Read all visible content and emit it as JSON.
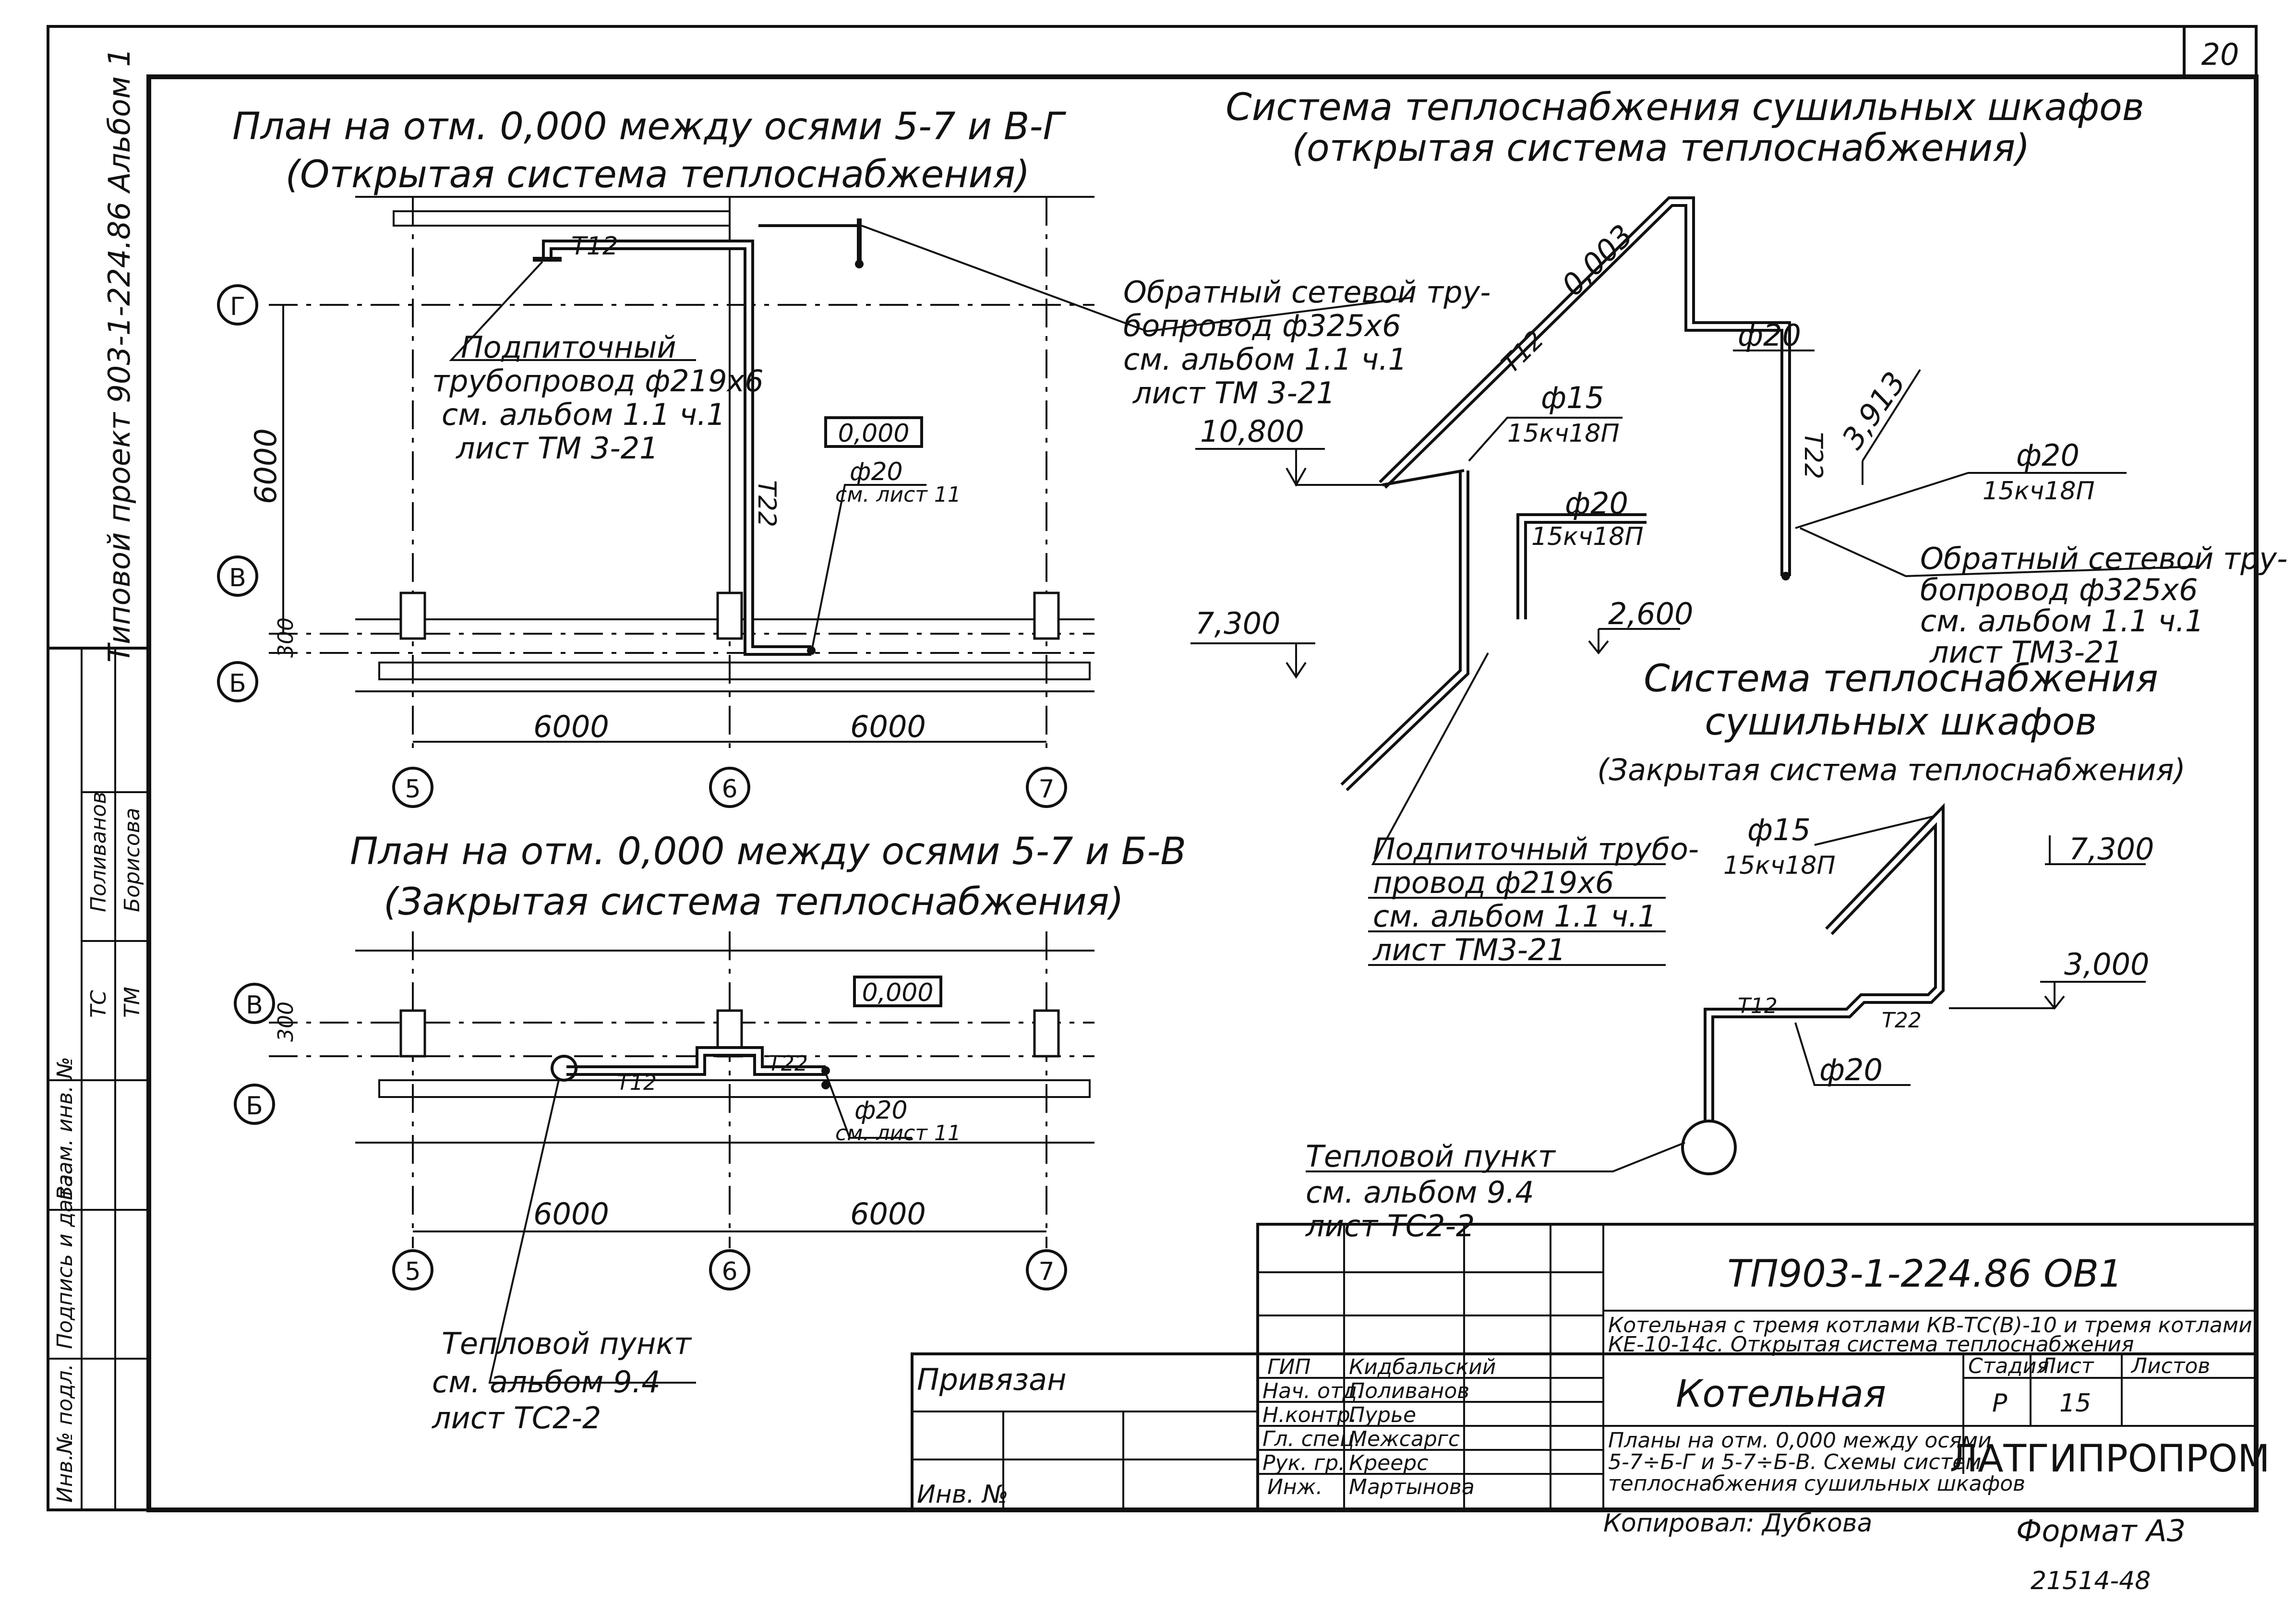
{
  "sheet_number": "20",
  "album_label": "Типовой проект 903-1-224.86 Альбом 1",
  "plan_open": {
    "title_1": "План на отм. 0,000 между осями 5-7 и В-Г",
    "title_2": "(Открытая система теплоснабжения)",
    "level_box": "0,000",
    "dim_left": "6000",
    "dim_small": "300",
    "dim_bottom_1": "6000",
    "dim_bottom_2": "6000",
    "axes_rows": [
      "Г",
      "В",
      "Б"
    ],
    "axes_cols": [
      "5",
      "6",
      "7"
    ],
    "pipe_t12": "Т12",
    "pipe_t22": "Т22",
    "note_feed": [
      "Подпиточный",
      "трубопровод ф219х6",
      "см. альбом 1.1 ч.1",
      "лист ТМ 3-21"
    ],
    "note_return": [
      "Обратный сетевой тру-",
      "бопровод ф325х6",
      "см. альбом 1.1 ч.1",
      "лист ТМ 3-21"
    ],
    "note_d20": [
      "ф20",
      "см. лист 11"
    ]
  },
  "plan_closed": {
    "title_1": "План на отм. 0,000 между осями 5-7 и Б-В",
    "title_2": "(Закрытая система теплоснабжения)",
    "level_box": "0,000",
    "dim_small": "300",
    "dim_bottom_1": "6000",
    "dim_bottom_2": "6000",
    "axes_rows": [
      "В",
      "Б"
    ],
    "axes_cols": [
      "5",
      "6",
      "7"
    ],
    "pipe_t12": "Т12",
    "pipe_t22": "Т22",
    "note_d20": [
      "ф20",
      "см. лист 11"
    ],
    "note_heat": [
      "Тепловой пункт",
      "см. альбом 9.4",
      "лист ТС2-2"
    ]
  },
  "scheme_open": {
    "title_1": "Система теплоснабжения сушильных шкафов",
    "title_2": "(открытая система теплоснабжения)",
    "slope": "0,003",
    "lvl_1": "10,800",
    "lvl_2": "7,300",
    "lvl_3": "2,600",
    "lvl_4": "3,913",
    "pipe_t12": "Т12",
    "pipe_t22": "Т22",
    "d20_top": "ф20",
    "d15": "ф15",
    "valve_15": "15кч18П",
    "d20_mid": "ф20",
    "valve_mid": "15кч18П",
    "d20_right": "ф20",
    "valve_right": "15кч18П",
    "note_return": [
      "Обратный сетевой тру-",
      "бопровод ф325х6",
      "см. альбом 1.1 ч.1",
      "лист ТМ3-21"
    ],
    "note_feed": [
      "Подпиточный трубо-",
      "провод ф219х6",
      "см. альбом 1.1 ч.1",
      "лист ТМ3-21"
    ]
  },
  "scheme_closed": {
    "title_1": "Система теплоснабжения",
    "title_2": "сушильных шкафов",
    "title_3": "(Закрытая система теплоснабжения)",
    "d15": "ф15",
    "valve_15": "15кч18П",
    "lvl_1": "7,300",
    "lvl_2": "3,000",
    "pipe_t12": "Т12",
    "pipe_t22": "Т22",
    "d20": "ф20",
    "note_heat": [
      "Тепловой пункт",
      "см. альбом 9.4",
      "лист ТС2-2"
    ]
  },
  "title_block": {
    "doc_code": "ТП903-1-224.86 ОВ1",
    "project_1": "Котельная с тремя котлами КВ-ТС(В)-10 и тремя котлами",
    "project_2": "КЕ-10-14с. Открытая система теплоснабжения",
    "building": "Котельная",
    "sheet_desc_1": "Планы на отм. 0,000 между осями",
    "sheet_desc_2": "5-7÷Б-Г и 5-7÷Б-В. Схемы систем",
    "sheet_desc_3": "теплоснабжения сушильных шкафов",
    "stage_label": "Стадия",
    "sheet_label": "Лист",
    "sheets_label": "Листов",
    "stage": "Р",
    "sheet": "15",
    "org": "ЛАТГИПРОПРОМ",
    "bound": "Привязан",
    "inv": "Инв. №",
    "roles": [
      {
        "role": "ГИП",
        "name": "Кидбальский"
      },
      {
        "role": "Нач. отд.",
        "name": "Поливанов"
      },
      {
        "role": "Н.контр.",
        "name": "Пурье"
      },
      {
        "role": "Гл. спец.",
        "name": "Межсаргс"
      },
      {
        "role": "Рук. гр.",
        "name": "Креерс"
      },
      {
        "role": "Инж.",
        "name": "Мартынова"
      }
    ],
    "copied": "Копировал: Дубкова",
    "format": "Формат А3",
    "stamp_no": "21514-48"
  },
  "left_strip": {
    "cols": [
      "Инв.№ подл.",
      "Подпись и дата",
      "Взам. инв. №"
    ],
    "marks": [
      "ТС",
      "ТМ"
    ],
    "sign_labels": [
      "Поливанов",
      "Борисова"
    ]
  }
}
